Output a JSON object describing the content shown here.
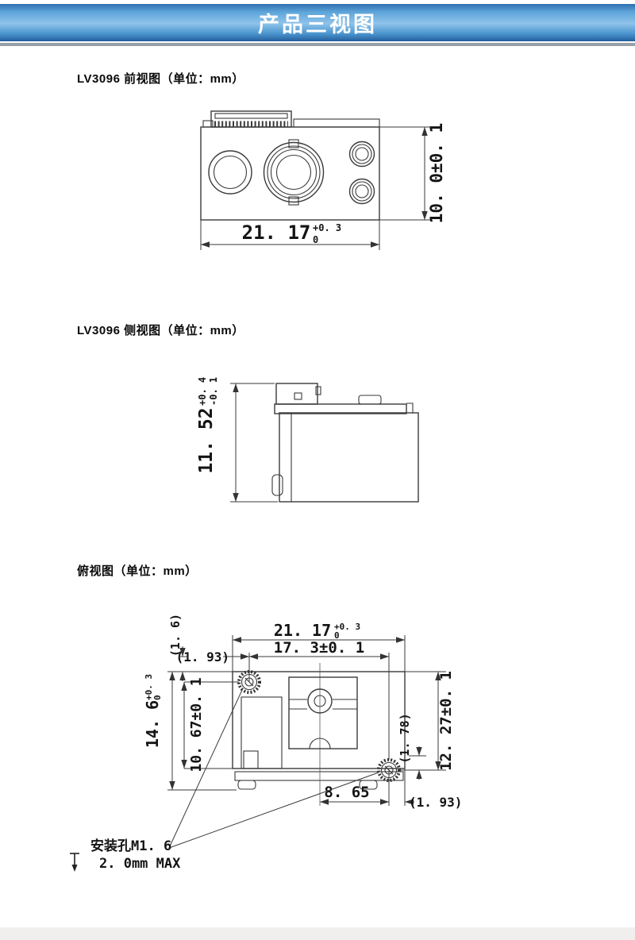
{
  "header": {
    "title": "产品三视图"
  },
  "front": {
    "label": "LV3096 前视图（单位：mm）",
    "width_dim": {
      "value": "21. 17",
      "tol_up": "+0. 3",
      "tol_dn": "0"
    },
    "height_dim": "10. 0±0. 1"
  },
  "side": {
    "label": "LV3096 侧视图（单位：mm）",
    "height_dim": {
      "value": "11. 52",
      "tol_up": "+0. 4",
      "tol_dn": "-0. 1"
    }
  },
  "top": {
    "label": "俯视图（单位：mm）",
    "width_dim": {
      "value": "21. 17",
      "tol_up": "+0. 3",
      "tol_dn": "0"
    },
    "hole_span_dim": "17. 3±0. 1",
    "left_offset_dim": "(1. 93)",
    "top_offset_dim": "(1. 6)",
    "height_dim": {
      "value": "14. 6",
      "tol_up": "+0. 3",
      "tol_dn": "0"
    },
    "hole_height_dim": "10. 67±0. 1",
    "right_height_dim": "12. 27±0. 1",
    "right_offset_dim": "(1. 78)",
    "hole_x_dim": "8. 65",
    "bottom_offset_dim": "(1. 93)",
    "mount_note": "安装孔M1. 6",
    "depth_note": "2. 0mm MAX"
  },
  "colors": {
    "banner-top": "#2f6fb0",
    "banner-light": "#8fc3ea",
    "banner-deep": "#235e9d",
    "banner-underline": "#97a0a6",
    "ink": "#2e2e2e",
    "footer-strip": "#f1efee"
  }
}
